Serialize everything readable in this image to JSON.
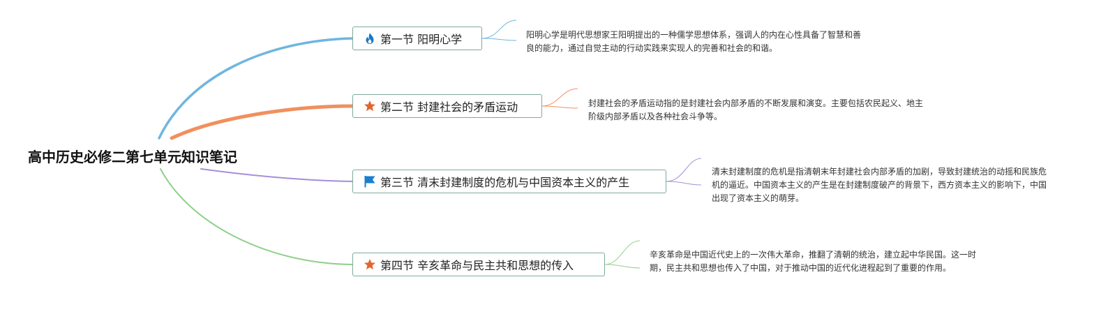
{
  "root": {
    "title": "高中历史必修二第七单元知识笔记"
  },
  "branches": [
    {
      "id": "b1",
      "label": "第一节 阳明心学",
      "icon": "fire-icon",
      "color": "#6fb6de",
      "note": "阳明心学是明代思想家王阳明提出的一种儒学思想体系，强调人的内在心性具备了智慧和善良的能力，通过自觉主动的行动实践来实现人的完善和社会的和谐。"
    },
    {
      "id": "b2",
      "label": "第二节 封建社会的矛盾运动",
      "icon": "star-icon",
      "color": "#f0905e",
      "note": "封建社会的矛盾运动指的是封建社会内部矛盾的不断发展和演变。主要包括农民起义、地主阶级内部矛盾以及各种社会斗争等。"
    },
    {
      "id": "b3",
      "label": "第三节 清末封建制度的危机与中国资本主义的产生",
      "icon": "flag-icon",
      "color": "#a58fd9",
      "note": "清末封建制度的危机是指清朝末年封建社会内部矛盾的加剧，导致封建统治的动摇和民族危机的逼近。中国资本主义的产生是在封建制度破产的背景下，西方资本主义的影响下，中国出现了资本主义的萌芽。"
    },
    {
      "id": "b4",
      "label": "第四节 辛亥革命与民主共和思想的传入",
      "icon": "star-icon",
      "color": "#8fd08a",
      "note": "辛亥革命是中国近代史上的一次伟大革命，推翻了清朝的统治，建立起中华民国。这一时期，民主共和思想也传入了中国，对于推动中国的近代化进程起到了重要的作用。"
    }
  ],
  "colors": {
    "fire": "#1a78c8",
    "star": "#e2662f",
    "flag": "#1a7fd0",
    "topic_border": "#7fa99a"
  }
}
